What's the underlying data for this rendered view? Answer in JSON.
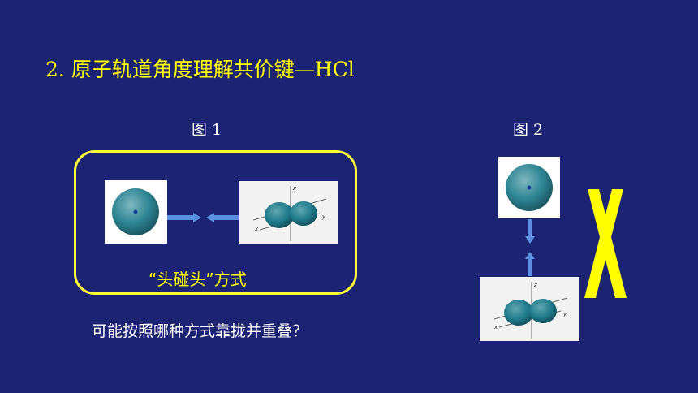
{
  "slide": {
    "title": "2. 原子轨道角度理解共价键—HCl",
    "figure1": {
      "label": "图 1",
      "caption": "“头碰头”方式"
    },
    "figure2": {
      "label": "图 2"
    },
    "question": "可能按照哪种方式靠拢并重叠？"
  },
  "orbital_axes": {
    "z": "z",
    "y": "y",
    "x": "x"
  },
  "colors": {
    "background": "#1d2373",
    "title": "#ffff00",
    "frame_border": "#ffff33",
    "arrow": "#5b8fe0",
    "cross_mark": "#ffff00",
    "orbital": "#1f7a8a"
  }
}
